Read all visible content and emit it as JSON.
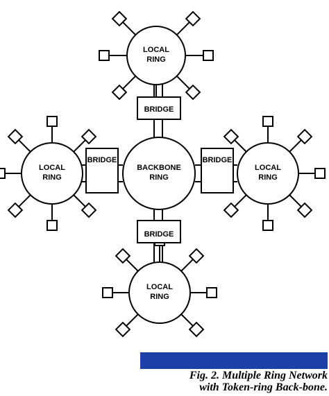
{
  "colors": {
    "line": "#000000",
    "caption_bar": "#1d3fa8"
  },
  "rings": {
    "local_top": {
      "line1": "LOCAL",
      "line2": "RING"
    },
    "local_left": {
      "line1": "LOCAL",
      "line2": "RING"
    },
    "local_right": {
      "line1": "LOCAL",
      "line2": "RING"
    },
    "local_bottom": {
      "line1": "LOCAL",
      "line2": "RING"
    },
    "backbone": {
      "line1": "BACKBONE",
      "line2": "RING"
    }
  },
  "bridges": {
    "top": "BRIDGE",
    "left": "BRIDGE",
    "right": "BRIDGE",
    "bottom": "BRIDGE"
  },
  "caption": {
    "line1": "Fig. 2.  Multiple Ring Network",
    "line2": "with Token-ring Back-bone."
  }
}
